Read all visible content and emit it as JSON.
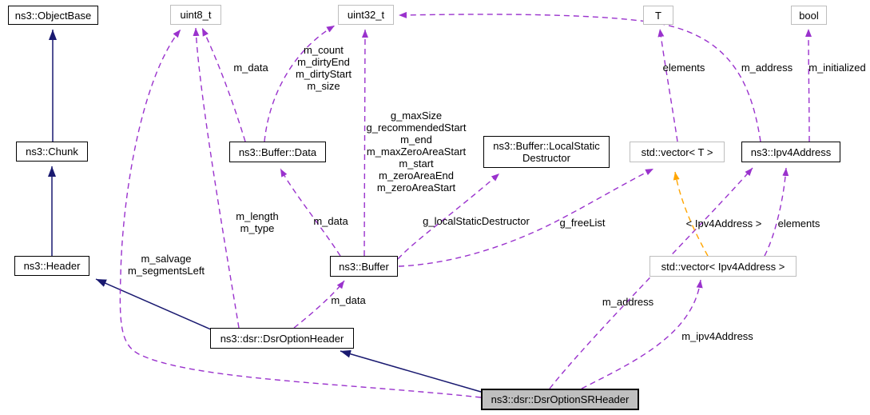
{
  "nodes": {
    "objectbase": {
      "label": "ns3::ObjectBase"
    },
    "uint8t": {
      "label": "uint8_t"
    },
    "uint32t": {
      "label": "uint32_t"
    },
    "t": {
      "label": "T"
    },
    "bool": {
      "label": "bool"
    },
    "chunk": {
      "label": "ns3::Chunk"
    },
    "buffer_data": {
      "label": "ns3::Buffer::Data"
    },
    "local_static_destructor": {
      "label": "ns3::Buffer::LocalStatic\nDestructor"
    },
    "vector_t": {
      "label": "std::vector< T >"
    },
    "ipv4address": {
      "label": "ns3::Ipv4Address"
    },
    "header": {
      "label": "ns3::Header"
    },
    "buffer": {
      "label": "ns3::Buffer"
    },
    "vector_ipv4address": {
      "label": "std::vector< Ipv4Address >"
    },
    "dsr_option_header": {
      "label": "ns3::dsr::DsrOptionHeader"
    },
    "dsr_option_sr_header": {
      "label": "ns3::dsr::DsrOptionSRHeader"
    }
  },
  "edge_labels": {
    "buffer_data_to_uint8t": "m_data",
    "buffer_data_to_uint32t": "m_count\nm_dirtyEnd\nm_dirtyStart\nm_size",
    "buffer_to_uint32t": "g_maxSize\ng_recommendedStart\nm_end\nm_maxZeroAreaStart\nm_start\nm_zeroAreaEnd\nm_zeroAreaStart",
    "vector_t_to_t": "elements",
    "ipv4_to_uint32t": "m_address",
    "ipv4_to_bool": "m_initialized",
    "doh_to_uint8t": "m_length\nm_type",
    "buffer_to_buffer_data": "m_data",
    "buffer_to_lsd": "g_localStaticDestructor",
    "buffer_to_vector_t": "g_freeList",
    "vector_ipv4_to_vector_t": "< Ipv4Address >",
    "vector_ipv4_to_ipv4": "elements",
    "srh_to_uint8t": "m_salvage\nm_segmentsLeft",
    "doh_to_buffer": "m_data",
    "srh_to_ipv4": "m_address",
    "srh_to_vector_ipv4": "m_ipv4Address"
  },
  "colors": {
    "composition_edge": "#9a32cd",
    "inheritance_edge": "#191970",
    "template_edge": "#ffa500",
    "node_border": "#000000",
    "external_node_border": "#bebebe",
    "selected_node_fill": "#bfbfbf",
    "background": "#ffffff"
  }
}
